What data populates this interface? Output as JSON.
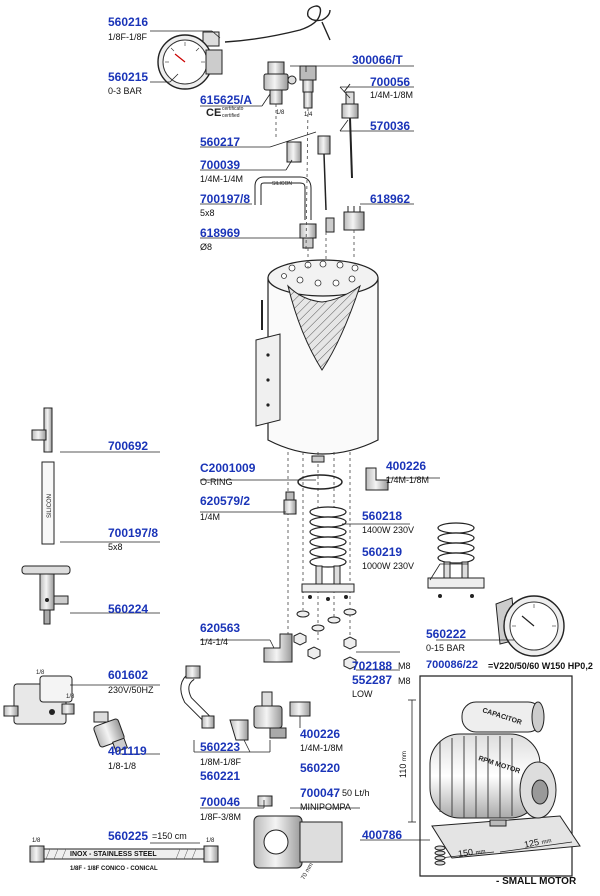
{
  "callouts": [
    {
      "code": "560216",
      "desc": "1/8F-1/8F"
    },
    {
      "code": "560215",
      "desc": "0-3 BAR"
    },
    {
      "code": "300066/T",
      "desc": ""
    },
    {
      "code": "700056",
      "desc": "1/4M-1/8M"
    },
    {
      "code": "615625/A",
      "desc": ""
    },
    {
      "code": "570036",
      "desc": ""
    },
    {
      "code": "560217",
      "desc": ""
    },
    {
      "code": "700039",
      "desc": "1/4M-1/4M"
    },
    {
      "code": "700197/8",
      "desc": "5x8"
    },
    {
      "code": "618962",
      "desc": ""
    },
    {
      "code": "618969",
      "desc": "Ø8"
    },
    {
      "code": "700692",
      "desc": ""
    },
    {
      "code": "C2001009",
      "desc": "O-RING"
    },
    {
      "code": "400226",
      "desc": "1/4M-1/8M"
    },
    {
      "code": "620579/2",
      "desc": "1/4M"
    },
    {
      "code": "560218",
      "desc": "1400W 230V"
    },
    {
      "code": "700197/8",
      "desc": "5x8"
    },
    {
      "code": "560219",
      "desc": "1000W 230V"
    },
    {
      "code": "560224",
      "desc": ""
    },
    {
      "code": "620563",
      "desc": "1/4-1/4"
    },
    {
      "code": "560222",
      "desc": "0-15 BAR"
    },
    {
      "code": "702188",
      "desc": "M8"
    },
    {
      "code": "552287",
      "desc": "M8"
    },
    {
      "code": "",
      "desc": "LOW"
    },
    {
      "code": "601602",
      "desc": "230V/50HZ"
    },
    {
      "code": "401119",
      "desc": "1/8-1/8"
    },
    {
      "code": "560223",
      "desc": "1/8M-1/8F"
    },
    {
      "code": "560221",
      "desc": ""
    },
    {
      "code": "400226",
      "desc": "1/4M-1/8M"
    },
    {
      "code": "560220",
      "desc": ""
    },
    {
      "code": "700046",
      "desc": "1/8F-3/8M"
    },
    {
      "code": "700047",
      "desc": "50 Lt/h"
    },
    {
      "code": "",
      "desc": "MINIPOMPA"
    },
    {
      "code": "560225",
      "desc": "=150 cm"
    },
    {
      "code": "400786",
      "desc": ""
    }
  ],
  "motor": {
    "code": "700086/22",
    "spec": "=V220/50/60 W150 HP0,2",
    "caption": "- SMALL MOTOR"
  },
  "motor_labels": {
    "capacitor": "CAPACITOR",
    "rpm": "RPM MOTOR",
    "dim_h": "110",
    "dim_w": "150",
    "dim_d": "125",
    "unit": "mm"
  },
  "hose": {
    "band": "INOX - STAINLESS STEEL",
    "note": "1/8F - 1/8F CONICO - CONICAL",
    "end_l": "1/8",
    "end_r": "1/8"
  },
  "small_text": {
    "silicon_1": "SILICON",
    "silicon_2": "SILICON",
    "ce_cert": "certificato",
    "ce_cert2": "certified",
    "ce_mark": "CE",
    "valve_tag": "1/8",
    "valve_tag2": "1/8",
    "pump_dim": "70 mm",
    "fitting_18": "1/8",
    "fitting_14": "1/4"
  }
}
